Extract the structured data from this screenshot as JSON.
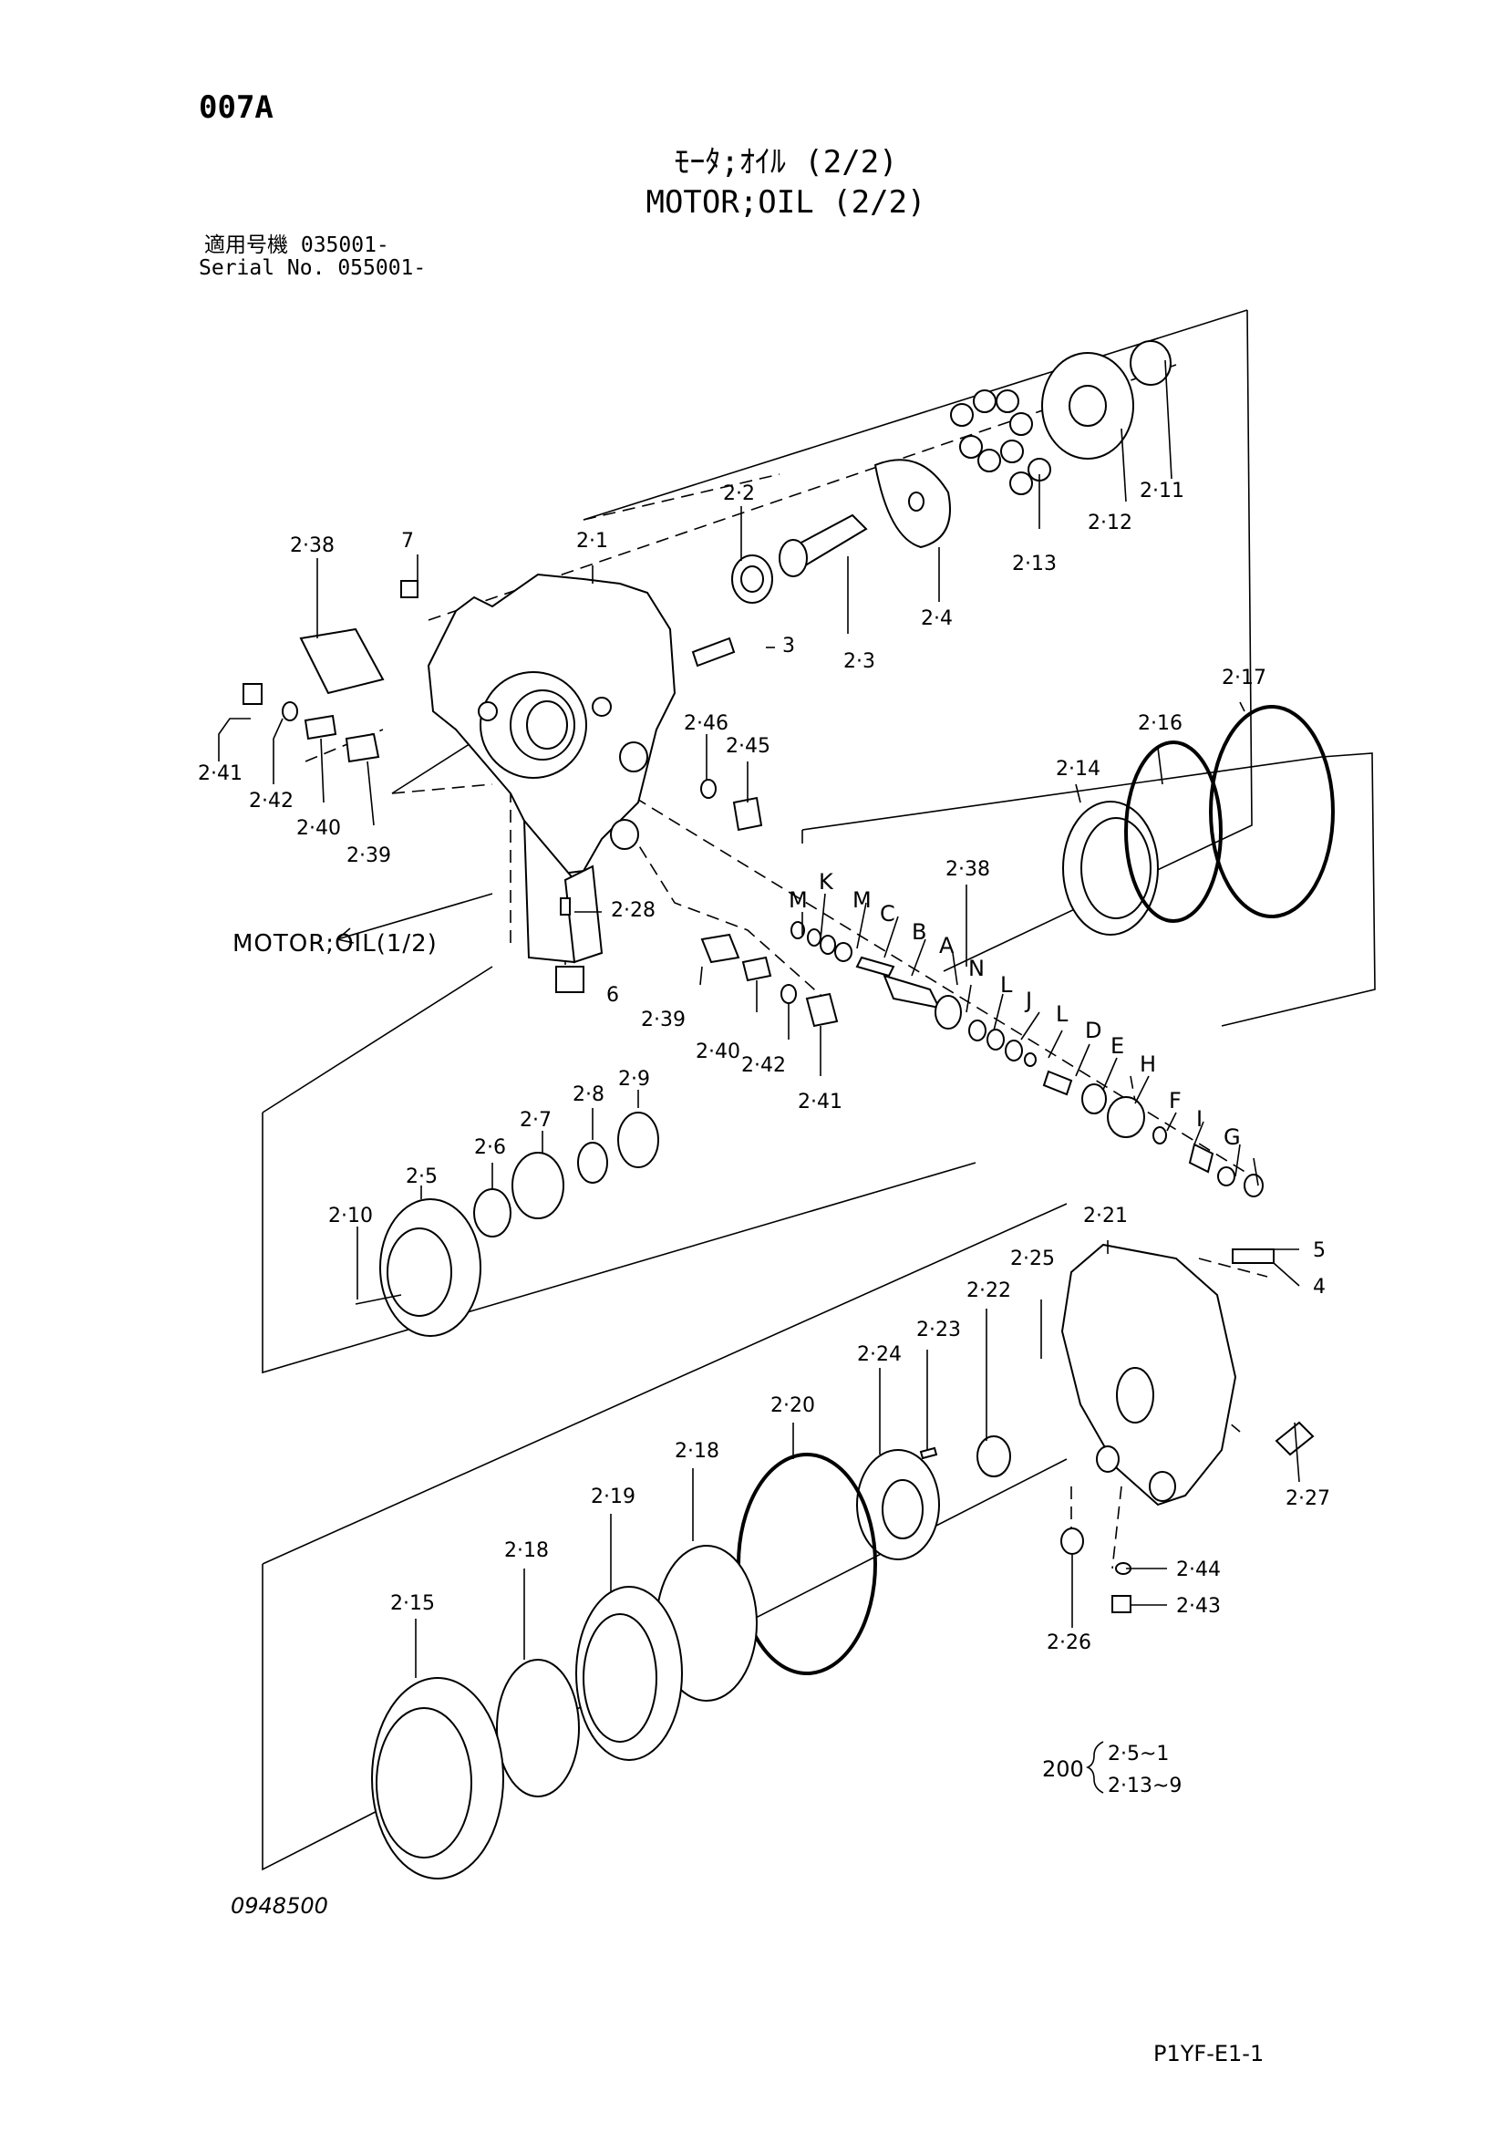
{
  "header": {
    "page_code": "007A",
    "title_jp": "ﾓｰﾀ;ｵｲﾙ (2/2)",
    "title_en": "MOTOR;OIL (2/2)",
    "serial_line_1": "適用号機  035001-",
    "serial_line_2": "Serial No. 055001-"
  },
  "callouts": {
    "c7": "7",
    "c2_38_top": "2·38",
    "c2_1": "2·1",
    "c2_2": "2·2",
    "c2_11": "2·11",
    "c2_12": "2·12",
    "c2_13": "2·13",
    "c2_4": "2·4",
    "c3": "3",
    "c2_3": "2·3",
    "c2_41_left": "2·41",
    "c2_42_left": "2·42",
    "c2_40_left": "2·40",
    "c2_39_left": "2·39",
    "c2_46": "2·46",
    "c2_45": "2·45",
    "c2_17": "2·17",
    "c2_16": "2·16",
    "c2_14": "2·14",
    "c2_28": "2·28",
    "c6": "6",
    "c2_39_mid": "2·39",
    "c2_40_mid": "2·40",
    "c2_42_mid": "2·42",
    "c2_41_mid": "2·41",
    "c2_38_mid": "2·38",
    "lM1": "M",
    "lK1": "K",
    "lM2": "M",
    "lC": "C",
    "lB": "B",
    "lA": "A",
    "lN": "N",
    "lL1": "L",
    "lJ": "J",
    "lL2": "L",
    "lD": "D",
    "lE": "E",
    "lH": "H",
    "lF": "F",
    "lI": "I",
    "lG": "G",
    "c2_9": "2·9",
    "c2_8": "2·8",
    "c2_7": "2·7",
    "c2_6": "2·6",
    "c2_5": "2·5",
    "c2_10": "2·10",
    "c2_21": "2·21",
    "c2_25": "2·25",
    "c5": "5",
    "c4": "4",
    "c2_22": "2·22",
    "c2_23": "2·23",
    "c2_24": "2·24",
    "c2_20": "2·20",
    "c2_27": "2·27",
    "c2_18_a": "2·18",
    "c2_19": "2·19",
    "c2_18_b": "2·18",
    "c2_15": "2·15",
    "c2_44": "2·44",
    "c2_43": "2·43",
    "c2_26": "2·26"
  },
  "cross_reference": "MOTOR;OIL(1/2)",
  "kit_note": {
    "number": "200",
    "line_1": "2·5~1",
    "line_2": "2·13~9"
  },
  "footer": {
    "drawing_number": "0948500",
    "page_ref": "P1YF-E1-1"
  }
}
